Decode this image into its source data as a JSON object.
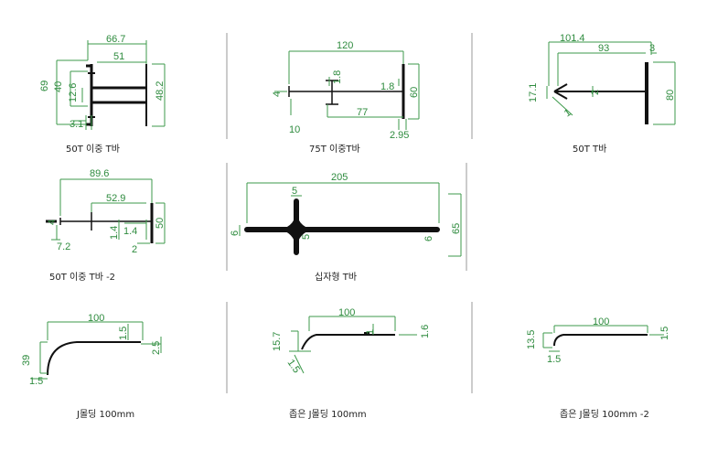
{
  "colors": {
    "dimension": "#2e8b3e",
    "profile": "#111111",
    "caption": "#222222"
  },
  "panels": [
    {
      "caption": "50T  이중 T바",
      "dims": [
        "66.7",
        "51",
        "69",
        "40",
        "12.6",
        "48.2",
        "3.1"
      ]
    },
    {
      "caption": "75T 이중T바",
      "dims": [
        "120",
        "1.8",
        "1.8",
        "60",
        "4",
        "77",
        "10",
        "2.95"
      ]
    },
    {
      "caption": "50T T바",
      "dims": [
        "101.4",
        "93",
        "3",
        "17.1",
        "2",
        "80",
        "1"
      ]
    },
    {
      "caption": "50T  이중 T바 -2",
      "dims": [
        "89.6",
        "52.9",
        "4",
        "50",
        "1.4",
        "1.4",
        "7.2",
        "2"
      ]
    },
    {
      "caption": "십자형 T바",
      "dims": [
        "205",
        "5",
        "6",
        "5",
        "6",
        "65"
      ]
    },
    {
      "caption": "J몰딩 100mm",
      "dims": [
        "100",
        "1.5",
        "39",
        "2.5",
        "1.5"
      ]
    },
    {
      "caption": "좁은 J몰딩 100mm",
      "dims": [
        "100",
        "15.7",
        "1",
        "1.6",
        "1.5"
      ]
    },
    {
      "caption": "좁은 J몰딩 100mm -2",
      "dims": [
        "100",
        "13.5",
        "1.5",
        "1.5"
      ]
    }
  ]
}
